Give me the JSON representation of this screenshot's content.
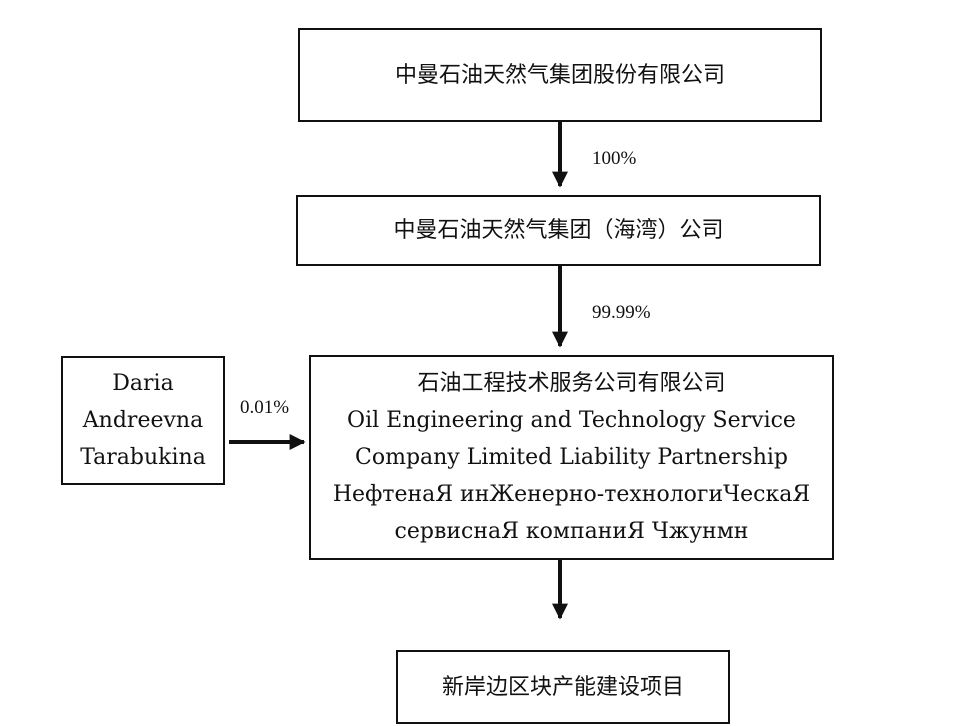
{
  "diagram": {
    "top_company": "中曼石油天然气集团股份有限公司",
    "mid_company": "中曼石油天然气集团（海湾）公司",
    "individual": [
      "Daria",
      "Andreevna",
      "Tarabukina"
    ],
    "main_company": [
      "石油工程技术服务公司有限公司",
      "Oil Engineering and Technology Service",
      "Company Limited Liability Partnership",
      "НефтенаЯ инЖенерно-технологиЧескаЯ",
      "сервиснаЯ компаниЯ Чжунмн"
    ],
    "project": "新岸边区块产能建设项目",
    "edges": {
      "top_to_mid": "100%",
      "mid_to_main": "99.99%",
      "individual_to_main": "0.01%"
    }
  }
}
